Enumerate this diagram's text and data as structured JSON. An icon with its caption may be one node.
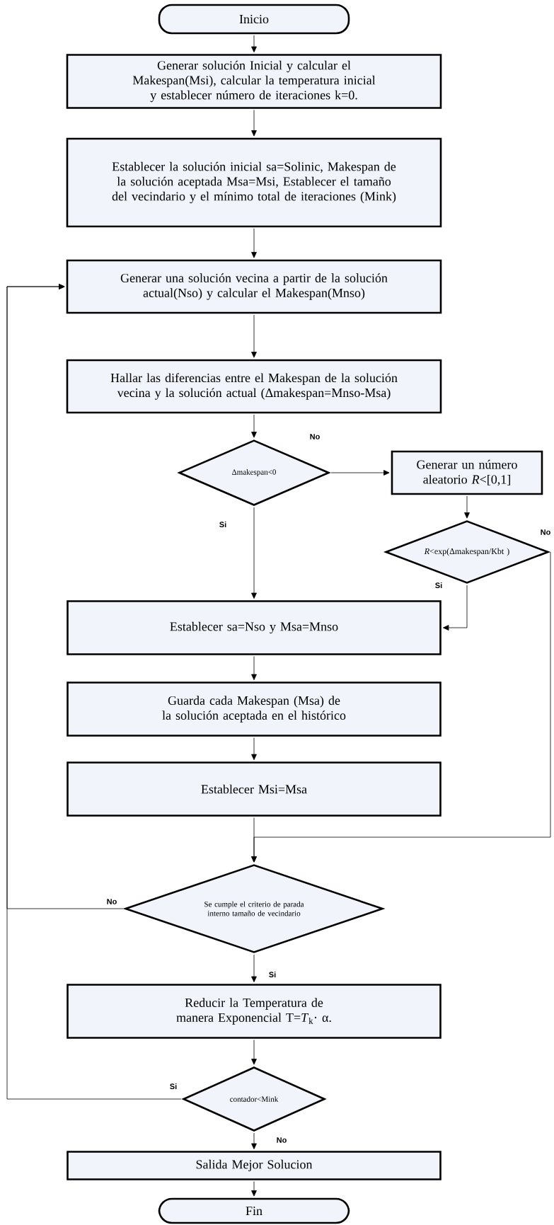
{
  "diagram": {
    "nodes": [
      {
        "text": [
          "Inicio"
        ]
      },
      {
        "text": [
          "Generar solución Inicial y calcular el Makespan(Msi), calcular la temperatura inicial y establecer número de iteraciones k=0."
        ]
      },
      {
        "text": [
          "Establecer la solución inicial sa=Solinic, Makespan de la solución aceptada Msa=Msi, Establecer el tamaño del vecindario y el mínimo total de iteraciones (Mink)"
        ]
      },
      {
        "text": [
          "Generar una solución vecina a partir de la solución actual(Nso)  y calcular el Makespan(Mnso)"
        ]
      },
      {
        "text": [
          "Hallar las diferencias entre el Makespan de la solución vecina y la solución  actual (Δmakespan=Mnso-Msa)"
        ]
      },
      {
        "text": [
          "Δmakespan<0"
        ]
      },
      {
        "text": [
          "Generar un número aleatorio *R*<[0,1]"
        ]
      },
      {
        "text": [
          "*R*<exp(Δmakespan/Kbt )"
        ]
      },
      {
        "text": [
          "Establecer sa=Nso y Msa=Mnso"
        ]
      },
      {
        "text": [
          "Guarda cada Makespan (Msa) de la solución aceptada en el histórico"
        ]
      },
      {
        "text": [
          "Establecer Msi=Msa"
        ]
      },
      {
        "text": [
          "Se cumple el criterio de parada interno tamaño de vecindario"
        ]
      },
      {
        "text": [
          "Reducir la Temperatura de manera Exponencial T=*T*$_{k}$· α."
        ]
      },
      {
        "text": [
          "contador<Mink"
        ]
      },
      {
        "text": [
          "Salida Mejor Solucion"
        ]
      },
      {
        "text": [
          "Fin"
        ]
      }
    ],
    "edges": [
      {
        "from": 0,
        "to": 1,
        "arrow": "to"
      },
      {
        "from": 1,
        "to": 2,
        "arrow": "to"
      },
      {
        "from": 2,
        "to": 3,
        "arrow": "to"
      },
      {
        "from": 3,
        "to": 4,
        "arrow": "to"
      },
      {
        "from": 4,
        "to": 5,
        "arrow": "to"
      },
      {
        "from": 5,
        "to": 6,
        "arrow": "to",
        "label": "No"
      },
      {
        "from": 5,
        "to": 8,
        "arrow": "to",
        "label": "Si"
      },
      {
        "from": 6,
        "to": 7,
        "arrow": "to"
      },
      {
        "from": 7,
        "to": 8,
        "arrow": "to",
        "label": "Si"
      },
      {
        "from": 7,
        "to": 11,
        "arrow": "to",
        "label": "No"
      },
      {
        "from": 8,
        "to": 9,
        "arrow": "to"
      },
      {
        "from": 9,
        "to": 10,
        "arrow": "to"
      },
      {
        "from": 10,
        "to": 11,
        "arrow": "to"
      },
      {
        "from": 11,
        "to": 12,
        "arrow": "to",
        "label": "Si"
      },
      {
        "from": 11,
        "to": 3,
        "arrow": "to",
        "label": "No"
      },
      {
        "from": 12,
        "to": 13,
        "arrow": "to"
      },
      {
        "from": 13,
        "to": 3,
        "arrow": "to",
        "label": "Si"
      },
      {
        "from": 13,
        "to": 14,
        "arrow": "to",
        "label": "No"
      },
      {
        "from": 14,
        "to": 15,
        "arrow": "to"
      }
    ]
  }
}
